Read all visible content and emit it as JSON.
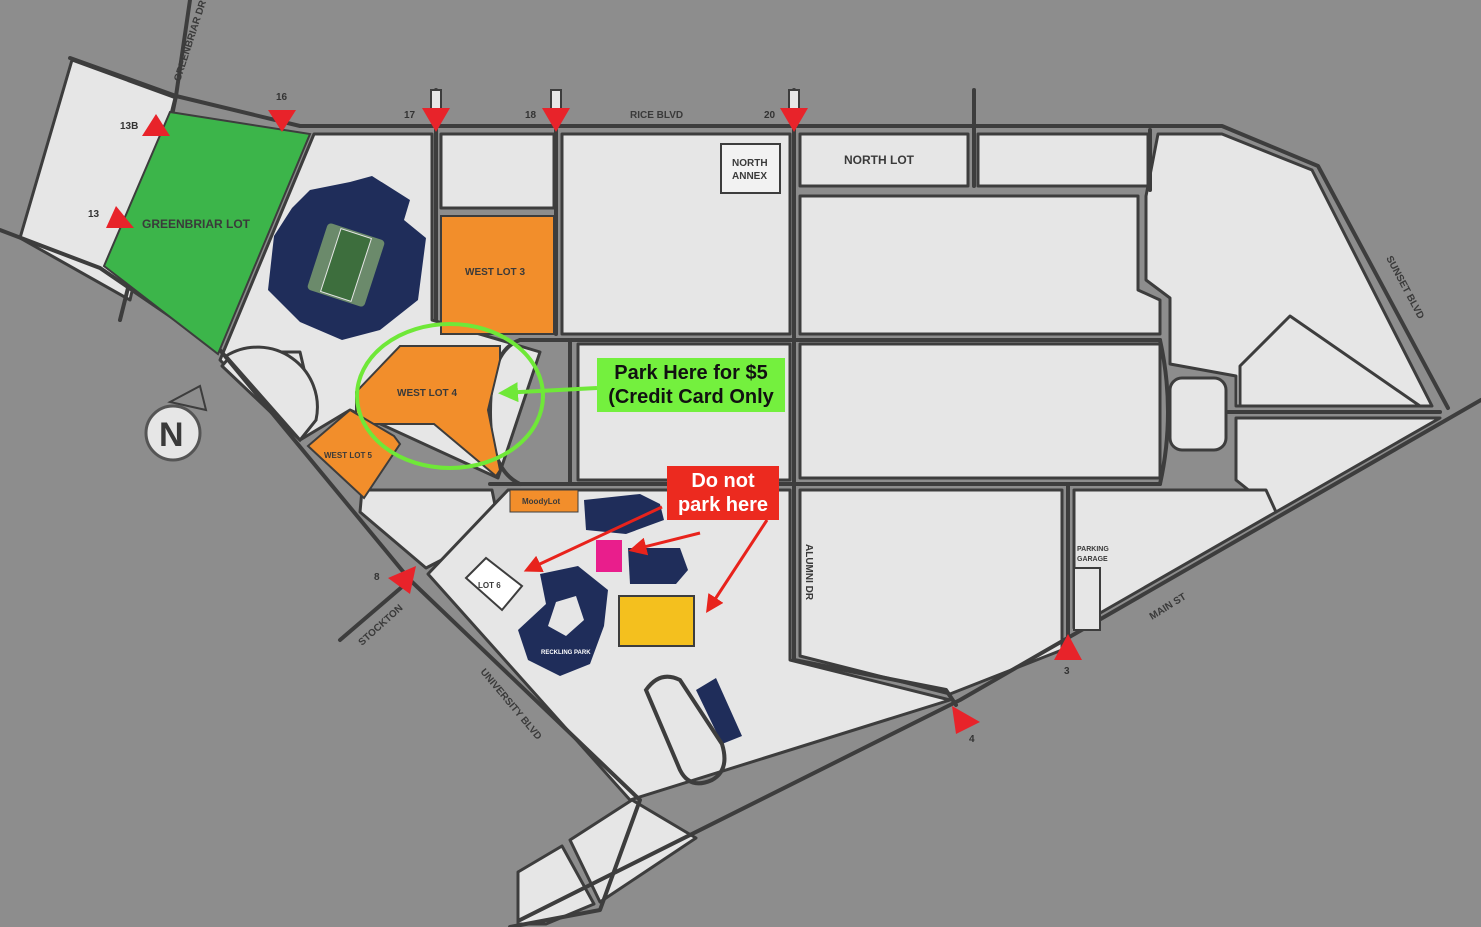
{
  "map": {
    "streets": {
      "greenbriar_dr": "GREENBRIAR DR",
      "rice_blvd": "RICE BLVD",
      "sunset_blvd": "SUNSET BLVD",
      "alumni_dr": "ALUMNI DR",
      "main_st": "MAIN ST",
      "university_blvd": "UNIVERSITY BLVD",
      "stockton": "STOCKTON"
    },
    "lots": {
      "greenbriar": "GREENBRIAR LOT",
      "north_annex_line1": "NORTH",
      "north_annex_line2": "ANNEX",
      "north": "NORTH LOT",
      "west3": "WEST LOT 3",
      "west4": "WEST LOT 4",
      "west5": "WEST LOT 5",
      "moody": "MoodyLot",
      "lot6": "LOT 6",
      "garage_line1": "PARKING",
      "garage_line2": "GARAGE"
    },
    "venues": {
      "reckling": "RECKLING PARK"
    },
    "gates": {
      "g13b": "13B",
      "g13": "13",
      "g16": "16",
      "g17": "17",
      "g18": "18",
      "g20": "20",
      "g8": "8",
      "g4": "4",
      "g3": "3"
    },
    "compass": "N",
    "colors": {
      "background": "#8d8d8d",
      "block": "#e6e6e6",
      "greenbriar_lot": "#3cb54a",
      "west_lots": "#f28e2b",
      "moody_lot": "#f28e2b",
      "building_navy": "#1f2d5a",
      "yellow_lot": "#f4c01e",
      "pink_building": "#e91e8c",
      "gate_marker": "#e8232a",
      "callout_green": "#74f03e",
      "callout_red": "#ec2a1f"
    }
  },
  "callouts": {
    "recommended": {
      "line1": "Park Here for $5",
      "line2": "(Credit Card Only"
    },
    "avoid": {
      "line1": "Do not",
      "line2": "park here"
    }
  }
}
